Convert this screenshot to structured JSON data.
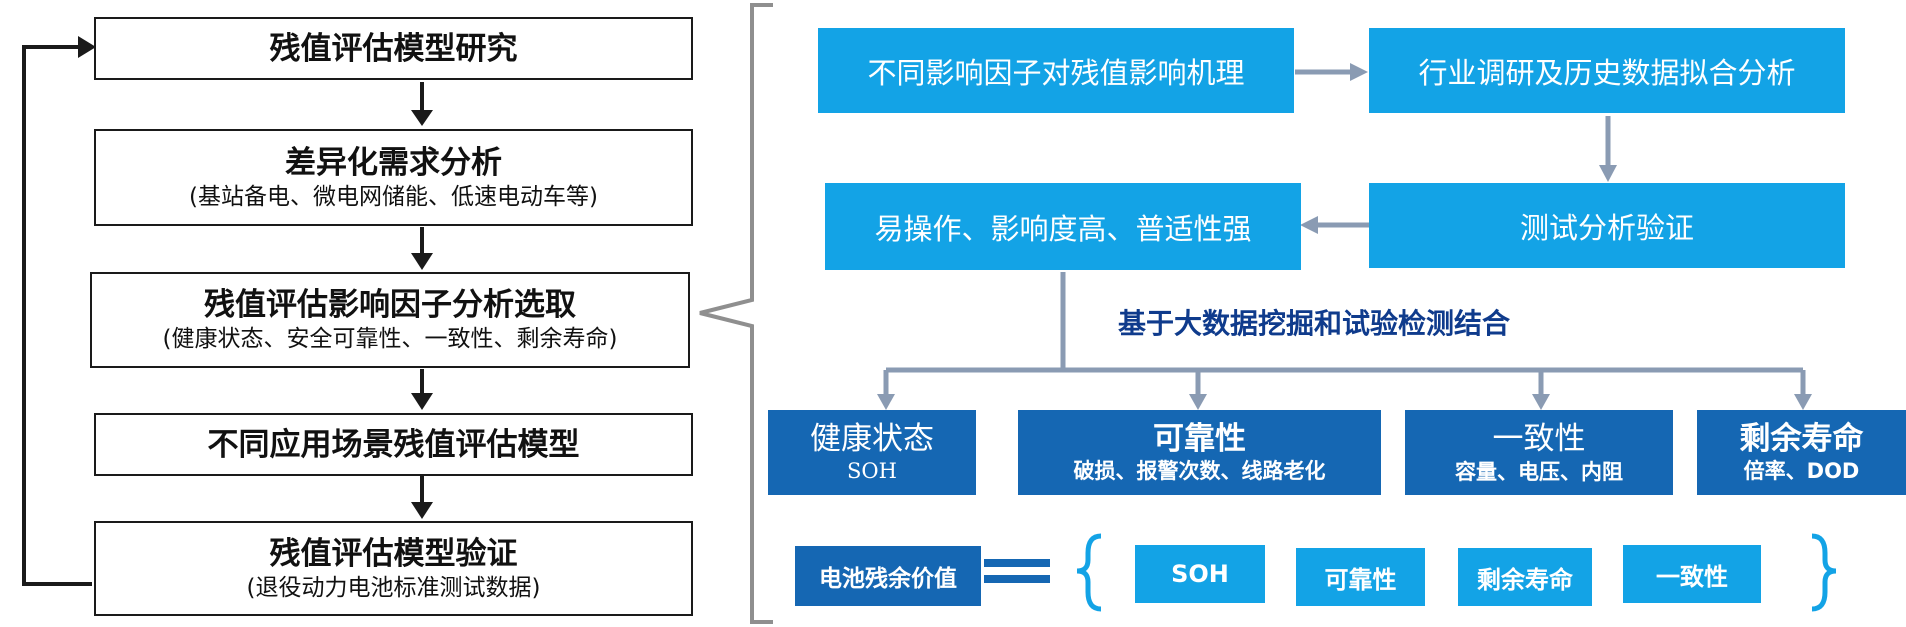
{
  "left_flow": {
    "steps": [
      {
        "title": "残值评估模型研究",
        "subtitle": ""
      },
      {
        "title": "差异化需求分析",
        "subtitle": "(基站备电、微电网储能、低速电动车等)"
      },
      {
        "title": "残值评估影响因子分析选取",
        "subtitle": "(健康状态、安全可靠性、一致性、剩余寿命)"
      },
      {
        "title": "不同应用场景残值评估模型",
        "subtitle": ""
      },
      {
        "title": "残值评估模型验证",
        "subtitle": "(退役动力电池标准测试数据)"
      }
    ]
  },
  "process": {
    "mechanism": "不同影响因子对残值影响机理",
    "research": "行业调研及历史数据拟合分析",
    "verify": "测试分析验证",
    "criteria": "易操作、影响度高、普适性强",
    "caption": "基于大数据挖掘和试验检测结合"
  },
  "factors": [
    {
      "title": "健康状态",
      "subtitle": "SOH"
    },
    {
      "title": "可靠性",
      "subtitle": "破损、报警次数、线路老化"
    },
    {
      "title": "一致性",
      "subtitle": "容量、电压、内阻"
    },
    {
      "title": "剩余寿命",
      "subtitle": "倍率、DOD"
    }
  ],
  "equation": {
    "label": "电池残余价值",
    "terms": [
      "SOH",
      "可靠性",
      "剩余寿命",
      "一致性"
    ]
  },
  "colors": {
    "light_blue": "#13a3e6",
    "dark_blue": "#1567b3",
    "caption_blue": "#0f3b8c",
    "connector_gray": "#8a9bb3"
  }
}
